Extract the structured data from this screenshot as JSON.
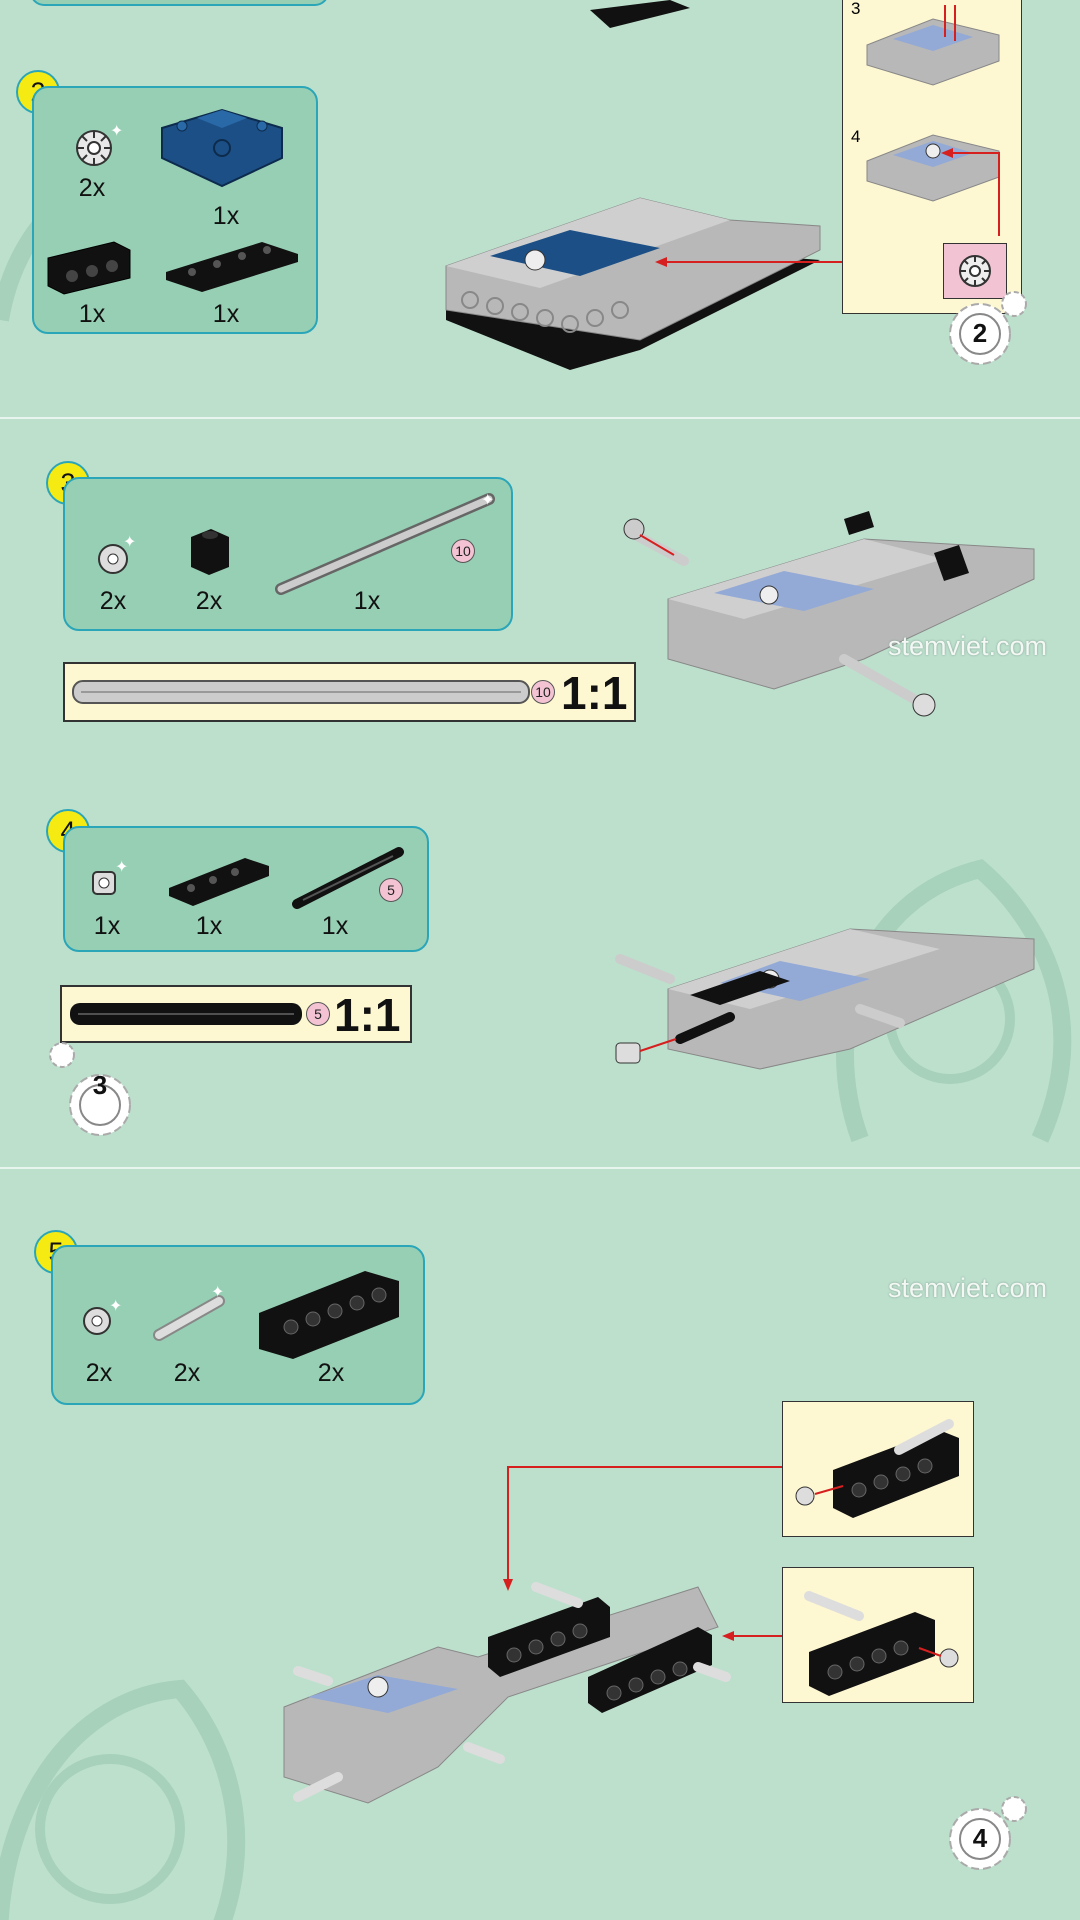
{
  "steps": [
    {
      "number": "2",
      "parts": [
        {
          "qty": "2x"
        },
        {
          "qty": "1x"
        },
        {
          "qty": "1x"
        },
        {
          "qty": "1x"
        }
      ]
    },
    {
      "number": "3",
      "parts": [
        {
          "qty": "2x"
        },
        {
          "qty": "2x"
        },
        {
          "qty": "1x"
        }
      ],
      "axle_length": "10",
      "scale": "1:1"
    },
    {
      "number": "4",
      "parts": [
        {
          "qty": "1x"
        },
        {
          "qty": "1x"
        },
        {
          "qty": "1x"
        }
      ],
      "axle_length": "5",
      "scale": "1:1"
    },
    {
      "number": "5",
      "parts": [
        {
          "qty": "2x"
        },
        {
          "qty": "2x"
        },
        {
          "qty": "2x"
        }
      ]
    }
  ],
  "substeps": {
    "a": "3",
    "b": "4"
  },
  "page_numbers": {
    "p2": "2",
    "p3": "3",
    "p4": "4"
  },
  "watermark": "stemviet.com",
  "colors": {
    "background": "#bde0cd",
    "parts_box": "#96cfb4",
    "parts_border": "#2aa6b8",
    "badge": "#f6ea13",
    "callout": "#fdf8d2",
    "arrow": "#d62020"
  }
}
